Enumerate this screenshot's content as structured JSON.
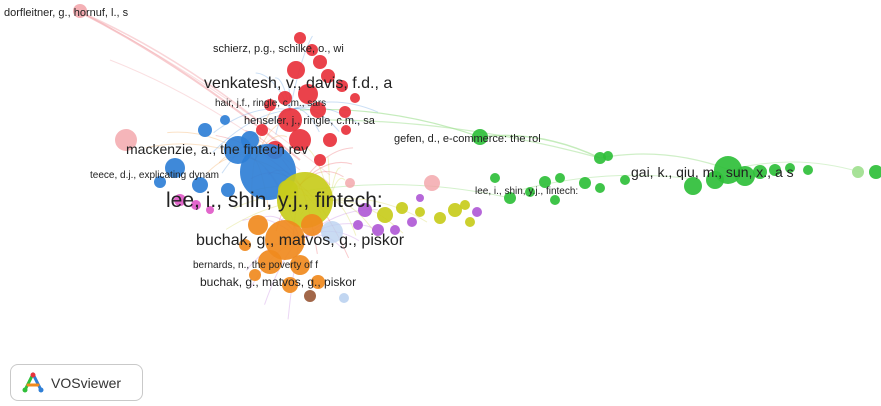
{
  "branding": {
    "name": "VOSviewer"
  },
  "colors": {
    "red": "#e8323c",
    "pink": "#f2a2a8",
    "green": "#2fbf3a",
    "lightgreen": "#9fe08f",
    "blue": "#2f7fd6",
    "yellow": "#c8cc1c",
    "orange": "#f08a1e",
    "purple": "#b05ad6",
    "brown": "#9a5a3a",
    "paleblue": "#bcd2f0",
    "magenta": "#e05ac8"
  },
  "nodes": [
    {
      "label": "dorfleitner, g., hornuf, l., s",
      "cluster": "pink",
      "size": "small"
    },
    {
      "label": "schierz, p.g., schilke, o., wi",
      "cluster": "red",
      "size": "small"
    },
    {
      "label": "venkatesh, v., davis, f.d., a",
      "cluster": "red",
      "size": "large"
    },
    {
      "label": "hair, j.f., ringle, c.m., sars",
      "cluster": "red",
      "size": "small"
    },
    {
      "label": "henseler, j., ringle, c.m., sa",
      "cluster": "red",
      "size": "small"
    },
    {
      "label": "gefen, d., e-commerce: the rol",
      "cluster": "green",
      "size": "small"
    },
    {
      "label": "mackenzie, a., the fintech rev",
      "cluster": "blue",
      "size": "medium"
    },
    {
      "label": "gai, k., qiu, m., sun, x., a s",
      "cluster": "green",
      "size": "medium"
    },
    {
      "label": "teece, d.j., explicating dynam",
      "cluster": "blue",
      "size": "small"
    },
    {
      "label": "lee, i., shin, y.j., fintech:",
      "cluster": "yellow",
      "size": "xlarge"
    },
    {
      "label": "lee, i., shin, y.j., fintech:",
      "cluster": "green",
      "size": "small"
    },
    {
      "label": "buchak, g., matvos, g., piskor",
      "cluster": "orange",
      "size": "large"
    },
    {
      "label": "bernards, n., the poverty of f",
      "cluster": "orange",
      "size": "small"
    },
    {
      "label": "buchak, g., matvos, g., piskor",
      "cluster": "orange",
      "size": "medium"
    }
  ]
}
